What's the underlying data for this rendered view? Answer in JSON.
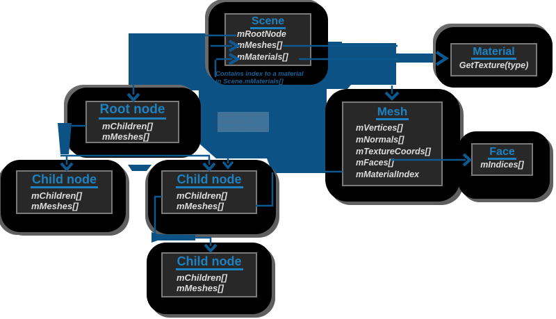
{
  "boxes": {
    "scene": {
      "title": "Scene",
      "members": [
        "mRootNode",
        "mMeshes[]",
        "mMaterials[]"
      ]
    },
    "material": {
      "title": "Material",
      "members": [
        "GetTexture(type)"
      ]
    },
    "root_node": {
      "title": "Root node",
      "members": [
        "mChildren[]",
        "mMeshes[]"
      ]
    },
    "mesh": {
      "title": "Mesh",
      "members": [
        "mVertices[]",
        "mNormals[]",
        "mTextureCoords[]",
        "mFaces[]",
        "mMaterialIndex"
      ]
    },
    "face": {
      "title": "Face",
      "members": [
        "mIndices[]"
      ]
    },
    "child_node_1": {
      "title": "Child node",
      "members": [
        "mChildren[]",
        "mMeshes[]"
      ]
    },
    "child_node_2": {
      "title": "Child node",
      "members": [
        "mChildren[]",
        "mMeshes[]"
      ]
    },
    "child_node_3": {
      "title": "Child node",
      "members": [
        "mChildren[]",
        "mMeshes[]"
      ]
    }
  },
  "annotations": {
    "material_note": {
      "line1": "Contains index to a material",
      "line2": "in Scene.mMaterials[]"
    },
    "mesh_note": {
      "line1": "Contains indices",
      "line2": "to meshes in",
      "line3": "Scene.mMeshes[]"
    }
  },
  "colors": {
    "background": "#ffffff",
    "blob_black": "#000000",
    "box_background": "#282828",
    "box_border": "#7a7a7a",
    "title_blue": "#1e82c2",
    "member_text": "#dcdcdc",
    "flow_blue": "#0c5284",
    "line_blue": "#0e5890",
    "note_blue": "#146099",
    "shadow_gray": "#5f5f5f"
  }
}
